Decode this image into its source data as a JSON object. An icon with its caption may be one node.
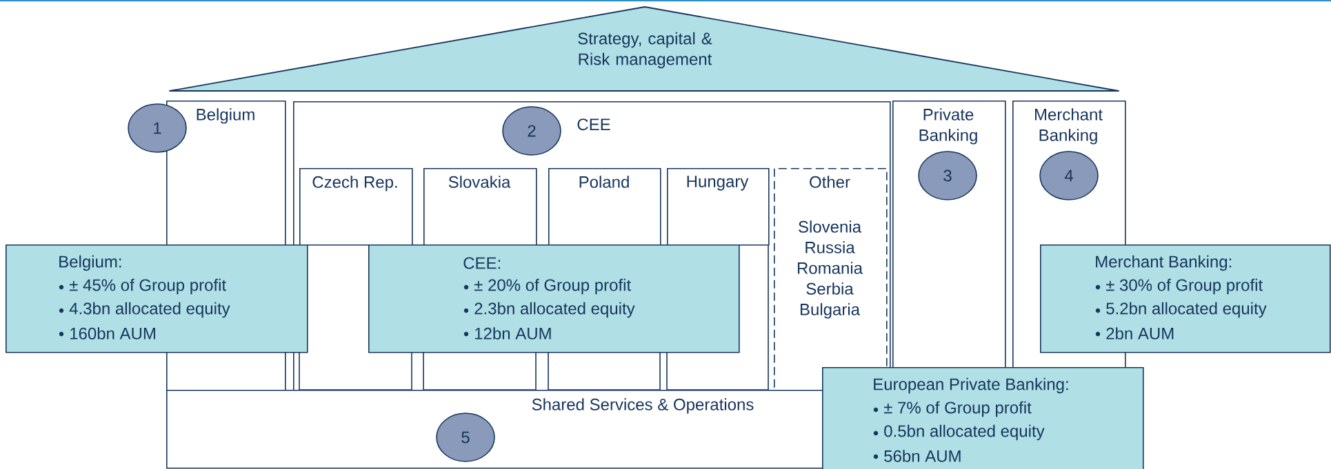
{
  "diagram": {
    "nodes": [
      {
        "text": [
          "Strategy, capital & Risk management"
        ]
      },
      {
        "text": [
          "Belgium"
        ]
      },
      {
        "text": [
          "1"
        ]
      },
      {
        "text": [
          "CEE"
        ]
      },
      {
        "text": [
          "2"
        ],
        "in": 3
      },
      {
        "text": [
          "Czech Rep."
        ],
        "in": 3
      },
      {
        "text": [
          "Slovakia"
        ],
        "in": 3
      },
      {
        "text": [
          "Poland"
        ],
        "in": 3
      },
      {
        "text": [
          "Hungary"
        ],
        "in": 3
      },
      {
        "text": [
          "Other",
          "Slovenia Russia Romania Serbia Bulgaria"
        ],
        "in": 3
      },
      {
        "text": [
          "Private Banking"
        ]
      },
      {
        "text": [
          "3"
        ],
        "in": 10
      },
      {
        "text": [
          "Merchant Banking"
        ]
      },
      {
        "text": [
          "4"
        ],
        "in": 12
      },
      {
        "text": [
          "Belgium:",
          "± 45% of Group profit",
          "4.3bn allocated equity",
          "160bn AUM"
        ]
      },
      {
        "text": [
          "CEE:",
          "± 20% of Group profit",
          "2.3bn allocated equity",
          "12bn AUM"
        ],
        "in": 3
      },
      {
        "text": [
          "Merchant Banking:",
          "± 30% of Group profit",
          "5.2bn allocated equity",
          "2bn AUM"
        ]
      },
      {
        "text": [
          "Shared Services & Operations"
        ]
      },
      {
        "text": [
          "5"
        ],
        "in": 17
      },
      {
        "text": [
          "European Private Banking:",
          "± 7% of Group profit",
          "0.5bn allocated equity",
          "56bn AUM"
        ]
      }
    ]
  }
}
